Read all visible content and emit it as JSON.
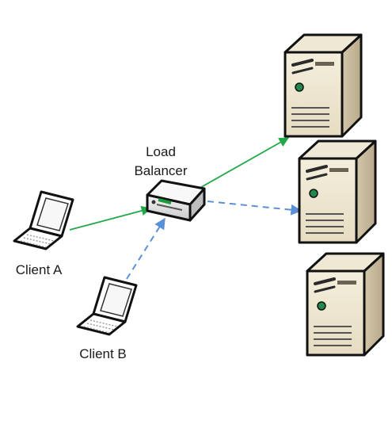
{
  "load_balancer": {
    "label_line1": "Load",
    "label_line2": "Balancer"
  },
  "clients": [
    {
      "label": "Client A",
      "connection": "solid",
      "color": "#22a84a"
    },
    {
      "label": "Client B",
      "connection": "dashed",
      "color": "#5b8fd6"
    }
  ],
  "servers": [
    {
      "receives_from": "Client A",
      "connection": "solid",
      "color": "#22a84a"
    },
    {
      "receives_from": "Client B",
      "connection": "dashed",
      "color": "#5b8fd6"
    },
    {
      "receives_from": null,
      "connection": "none"
    }
  ],
  "icons": {
    "client": "laptop-icon",
    "server": "server-tower-icon",
    "balancer": "network-switch-icon"
  },
  "colors": {
    "solid_arrow": "#22a84a",
    "dashed_arrow": "#5b8fd6",
    "server_body": "#e8dfc8",
    "outline": "#111111"
  }
}
